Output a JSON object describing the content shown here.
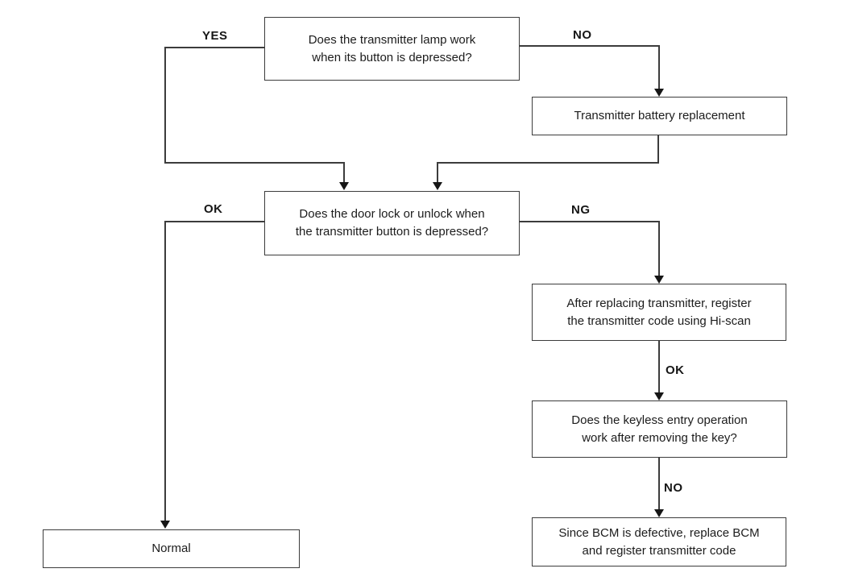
{
  "diagram": {
    "colors": {
      "background": "#ffffff",
      "line": "#3c3c3c",
      "text": "#1c1c1c"
    },
    "nodes": {
      "transmitter_lamp_question": {
        "text": "Does the transmitter lamp work\nwhen its button is depressed?"
      },
      "battery_replacement": {
        "text": "Transmitter battery replacement"
      },
      "door_lock_question": {
        "text": "Does the door lock or unlock when\nthe transmitter button is depressed?"
      },
      "register_code": {
        "text": "After replacing transmitter, register\nthe transmitter code using Hi-scan"
      },
      "keyless_entry_question": {
        "text": "Does the keyless entry operation\nwork after removing the key?"
      },
      "replace_bcm": {
        "text": "Since BCM is defective, replace BCM\nand register transmitter code"
      },
      "normal": {
        "text": "Normal"
      }
    },
    "labels": {
      "yes1": "YES",
      "no1": "NO",
      "ok1": "OK",
      "ng1": "NG",
      "ok2": "OK",
      "no2": "NO"
    }
  }
}
